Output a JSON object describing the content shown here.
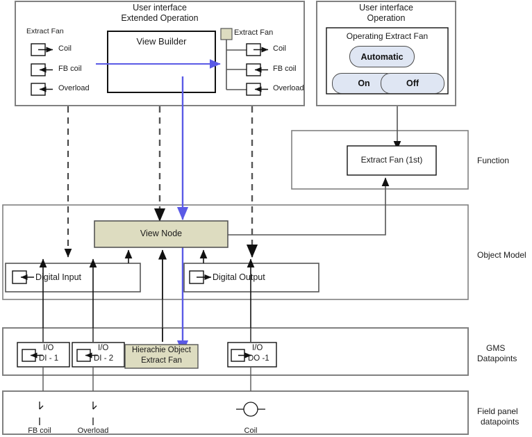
{
  "diagram": {
    "title": "Extract Fan signal flow across user interface, function, object model and datapoint layers",
    "colors": {
      "node_fill": "#dddcc0",
      "button_fill": "#dfe6f3",
      "accent_blue": "#5a5ae6",
      "band_border": "#808080",
      "line": "#1a1a1a"
    }
  },
  "ui_extended": {
    "title_line1": "User interface",
    "title_line2": "Extended Operation",
    "left_group_label": "Extract Fan",
    "left_items": [
      {
        "label": "Coil",
        "icon": "io-output-icon"
      },
      {
        "label": "FB coil",
        "icon": "io-input-icon"
      },
      {
        "label": "Overload",
        "icon": "io-input-icon"
      }
    ],
    "view_builder_label": "View Builder",
    "tree_root_label": "Extract Fan",
    "tree_items": [
      {
        "label": "Coil",
        "icon": "io-output-icon"
      },
      {
        "label": "FB coil",
        "icon": "io-input-icon"
      },
      {
        "label": "Overload",
        "icon": "io-input-icon"
      }
    ]
  },
  "ui_operation": {
    "title_line1": "User interface",
    "title_line2": "Operation",
    "panel_title": "Operating Extract Fan",
    "buttons": [
      {
        "label": "Automatic"
      },
      {
        "label": "On"
      },
      {
        "label": "Off"
      }
    ]
  },
  "function_band": {
    "side_label": "Function",
    "box_label": "Extract Fan (1st)"
  },
  "object_model_band": {
    "side_label": "Object Model",
    "view_node_label": "View Node",
    "digital_input_label": "Digital Input",
    "digital_output_label": "Digital Output"
  },
  "gms_band": {
    "side_label_line1": "GMS",
    "side_label_line2": "Datapoints",
    "datapoints": [
      {
        "kind": "io",
        "top": "I/O",
        "bottom": "DI - 1",
        "icon": "io-input-icon"
      },
      {
        "kind": "io",
        "top": "I/O",
        "bottom": "DI - 2",
        "icon": "io-input-icon"
      },
      {
        "kind": "hierarchy",
        "line1": "Hierachie Object",
        "line2": "Extract Fan"
      },
      {
        "kind": "io",
        "top": "I/O",
        "bottom": "DO -1",
        "icon": "io-output-icon"
      }
    ]
  },
  "field_band": {
    "side_label_line1": "Field panel",
    "side_label_line2": "datapoints",
    "points": [
      {
        "label": "FB coil",
        "symbol": "switch-contact-icon"
      },
      {
        "label": "Overload",
        "symbol": "switch-contact-icon"
      },
      {
        "label": "Coil",
        "symbol": "relay-coil-icon"
      }
    ]
  }
}
